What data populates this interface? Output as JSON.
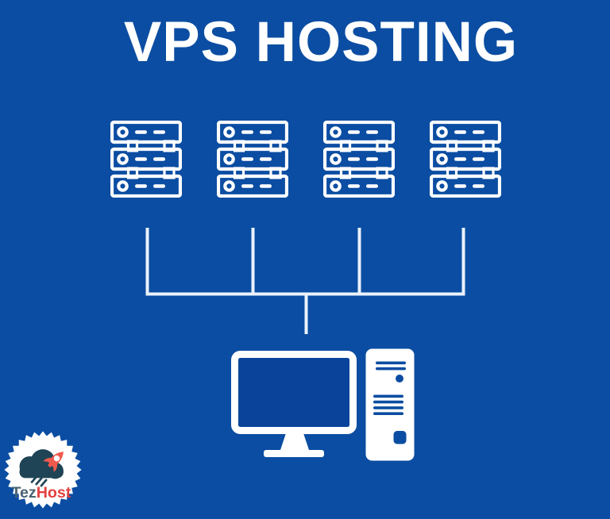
{
  "title": "VPS HOSTING",
  "diagram": {
    "server_stacks": 4,
    "units_per_stack": 3,
    "client_computers": 1
  },
  "logo": {
    "tez": "Tez",
    "host": "Host"
  },
  "colors": {
    "background": "#0b4da2",
    "foreground": "#ffffff",
    "connector": "#eaf2fb",
    "monitor_screen": "#09449a",
    "logo_cloud": "#1f4456",
    "logo_rocket": "#ee5a4d",
    "logo_text_tez": "#4a6373",
    "logo_text_host": "#e2403e"
  }
}
